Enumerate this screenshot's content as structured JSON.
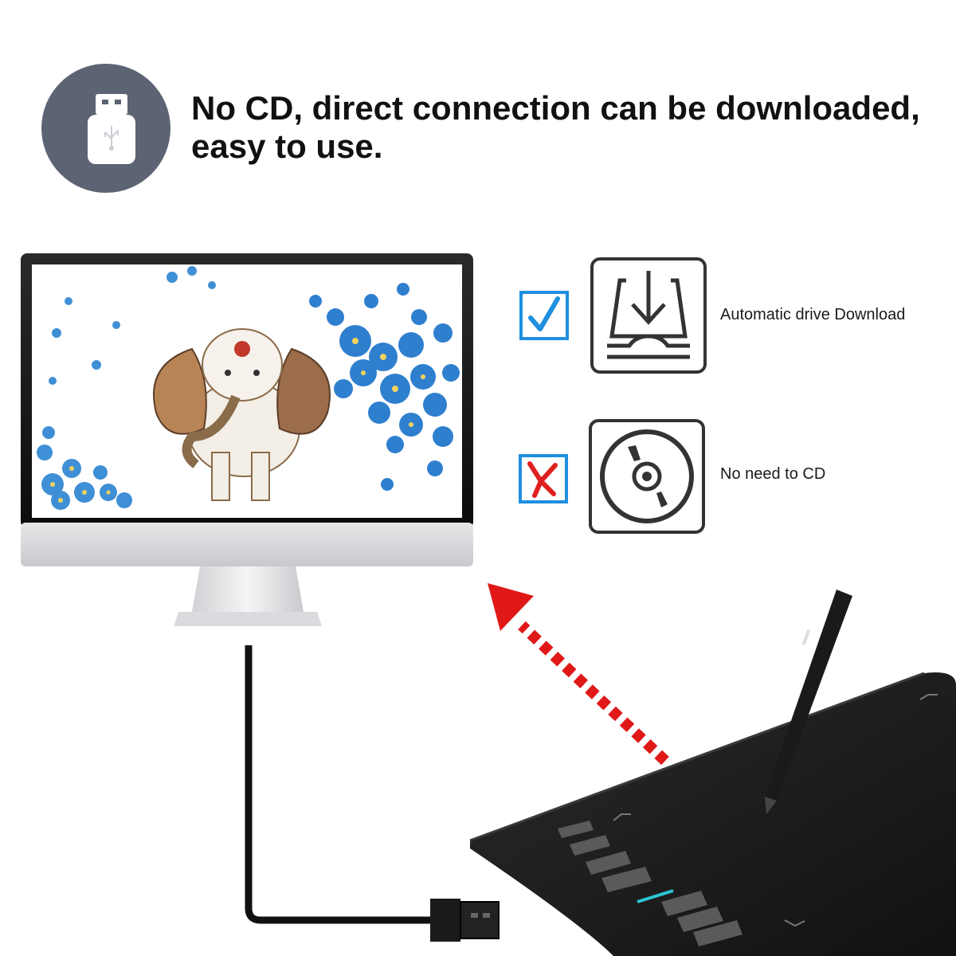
{
  "headline": {
    "line1": "No CD, direct connection can be downloaded,",
    "line2": "easy to use."
  },
  "features": [
    {
      "label": "Automatic drive Download",
      "status": "check",
      "icon": "download-tray-icon"
    },
    {
      "label": "No need to CD",
      "status": "cross",
      "icon": "cd-disc-icon"
    }
  ],
  "colors": {
    "badge": "#5c6473",
    "check_blue": "#1f8fe0",
    "cross_red": "#e02020",
    "arrow_red": "#e01818"
  }
}
